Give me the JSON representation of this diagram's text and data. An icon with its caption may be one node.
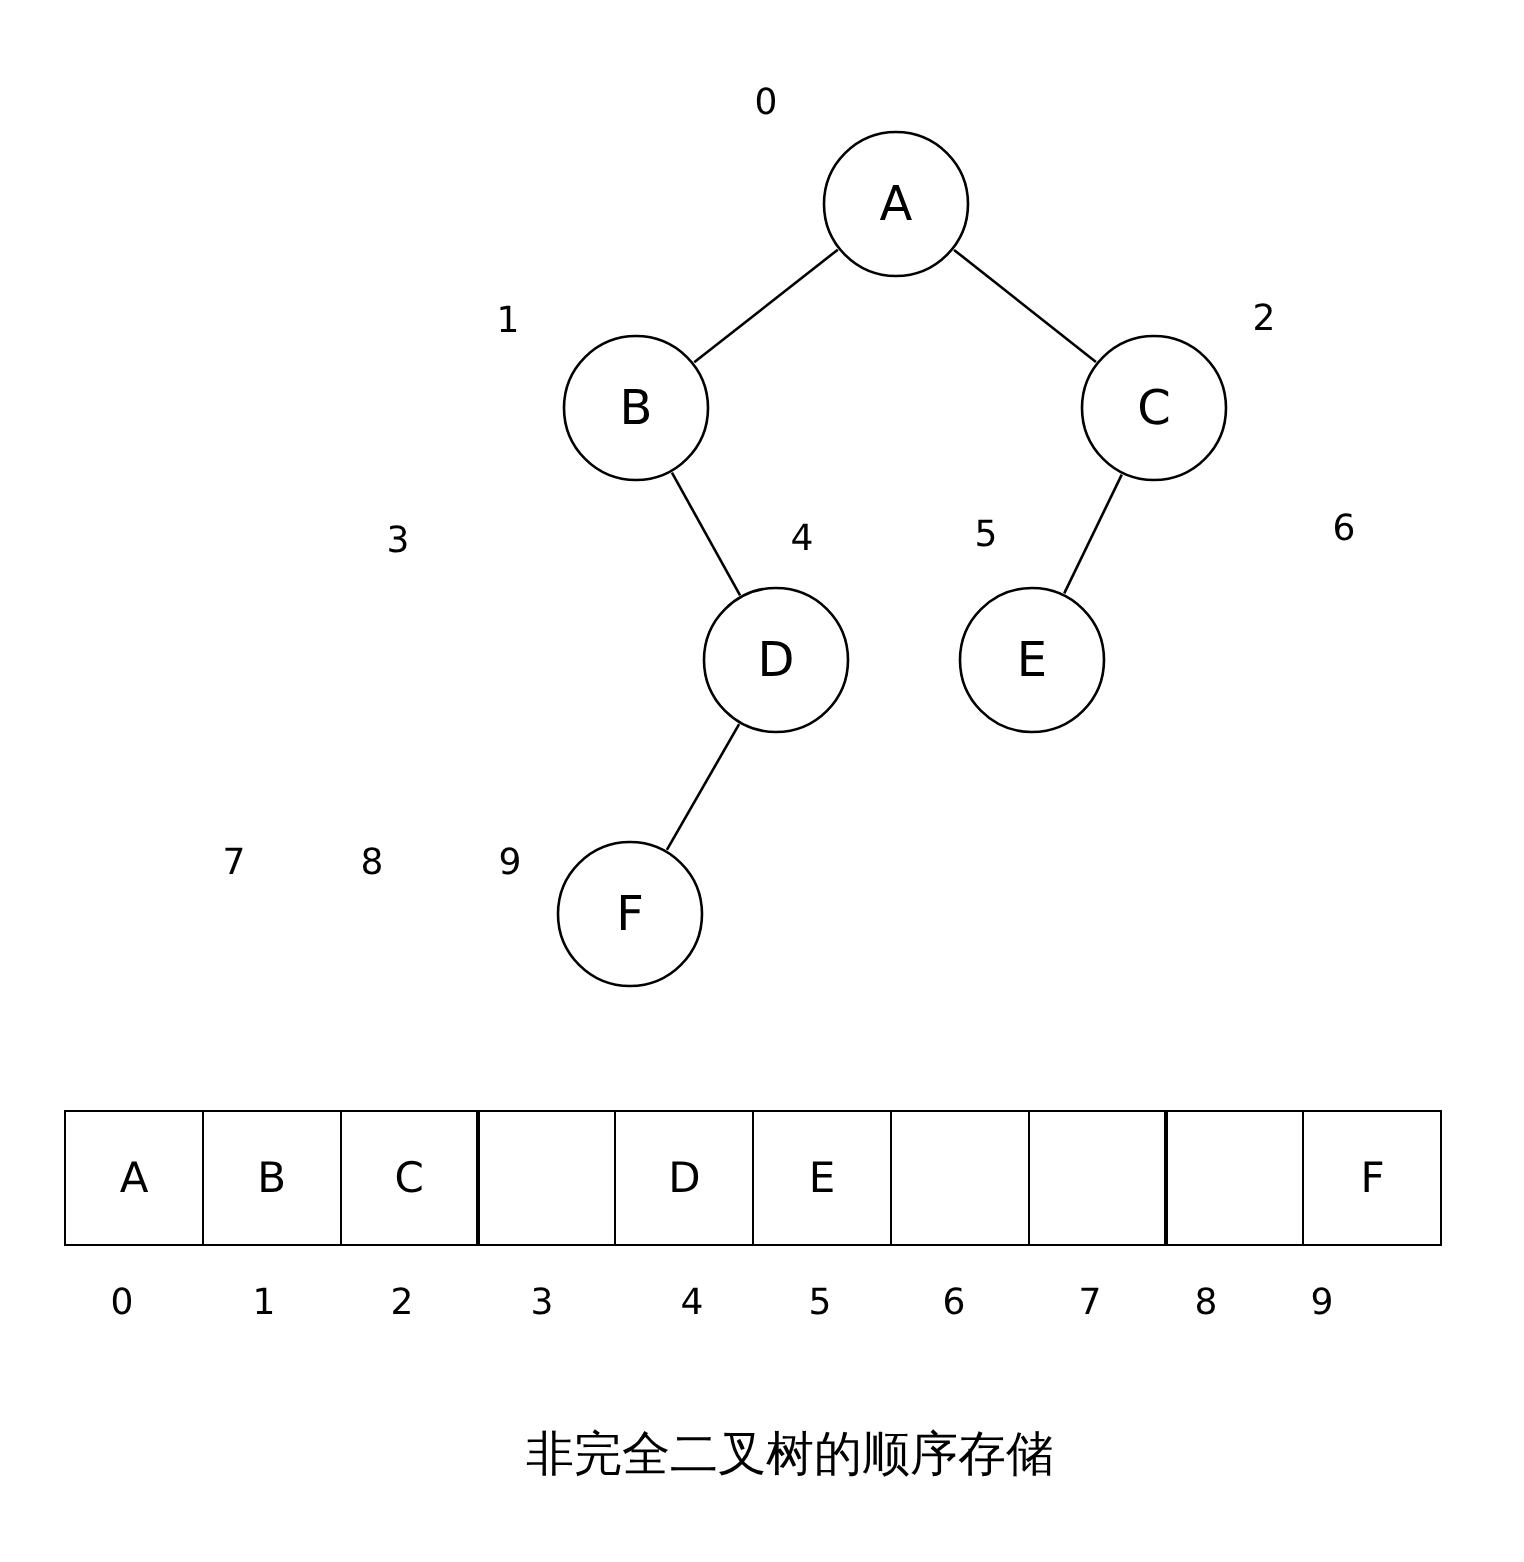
{
  "diagram": {
    "caption": "非完全二叉树的顺序存储",
    "nodes": [
      {
        "text": [
          "A"
        ]
      },
      {
        "text": [
          "B"
        ]
      },
      {
        "text": [
          "C"
        ]
      },
      {
        "text": [
          "D"
        ]
      },
      {
        "text": [
          "E"
        ]
      },
      {
        "text": [
          "F"
        ]
      },
      {
        "text": [
          "A"
        ]
      },
      {
        "text": [
          "B"
        ]
      },
      {
        "text": [
          "C"
        ]
      },
      {
        "text": [],
        "shape": "box"
      },
      {
        "text": [
          "D"
        ]
      },
      {
        "text": [
          "E"
        ]
      },
      {
        "text": [],
        "shape": "box"
      },
      {
        "text": [],
        "shape": "box"
      },
      {
        "text": [],
        "shape": "box"
      },
      {
        "text": [
          "F"
        ]
      }
    ],
    "edges": [
      {
        "from": 0,
        "to": 1,
        "arrow": "none"
      },
      {
        "from": 0,
        "to": 2,
        "arrow": "none"
      },
      {
        "from": 1,
        "to": 3,
        "arrow": "none"
      },
      {
        "from": 2,
        "to": 4,
        "arrow": "none"
      },
      {
        "from": 3,
        "to": 5,
        "arrow": "none"
      }
    ],
    "labels": [
      "0",
      "1",
      "2",
      "3",
      "4",
      "5",
      "6",
      "7",
      "8",
      "9",
      "0",
      "1",
      "2",
      "3",
      "4",
      "5",
      "6",
      "7",
      "8",
      "9"
    ]
  }
}
